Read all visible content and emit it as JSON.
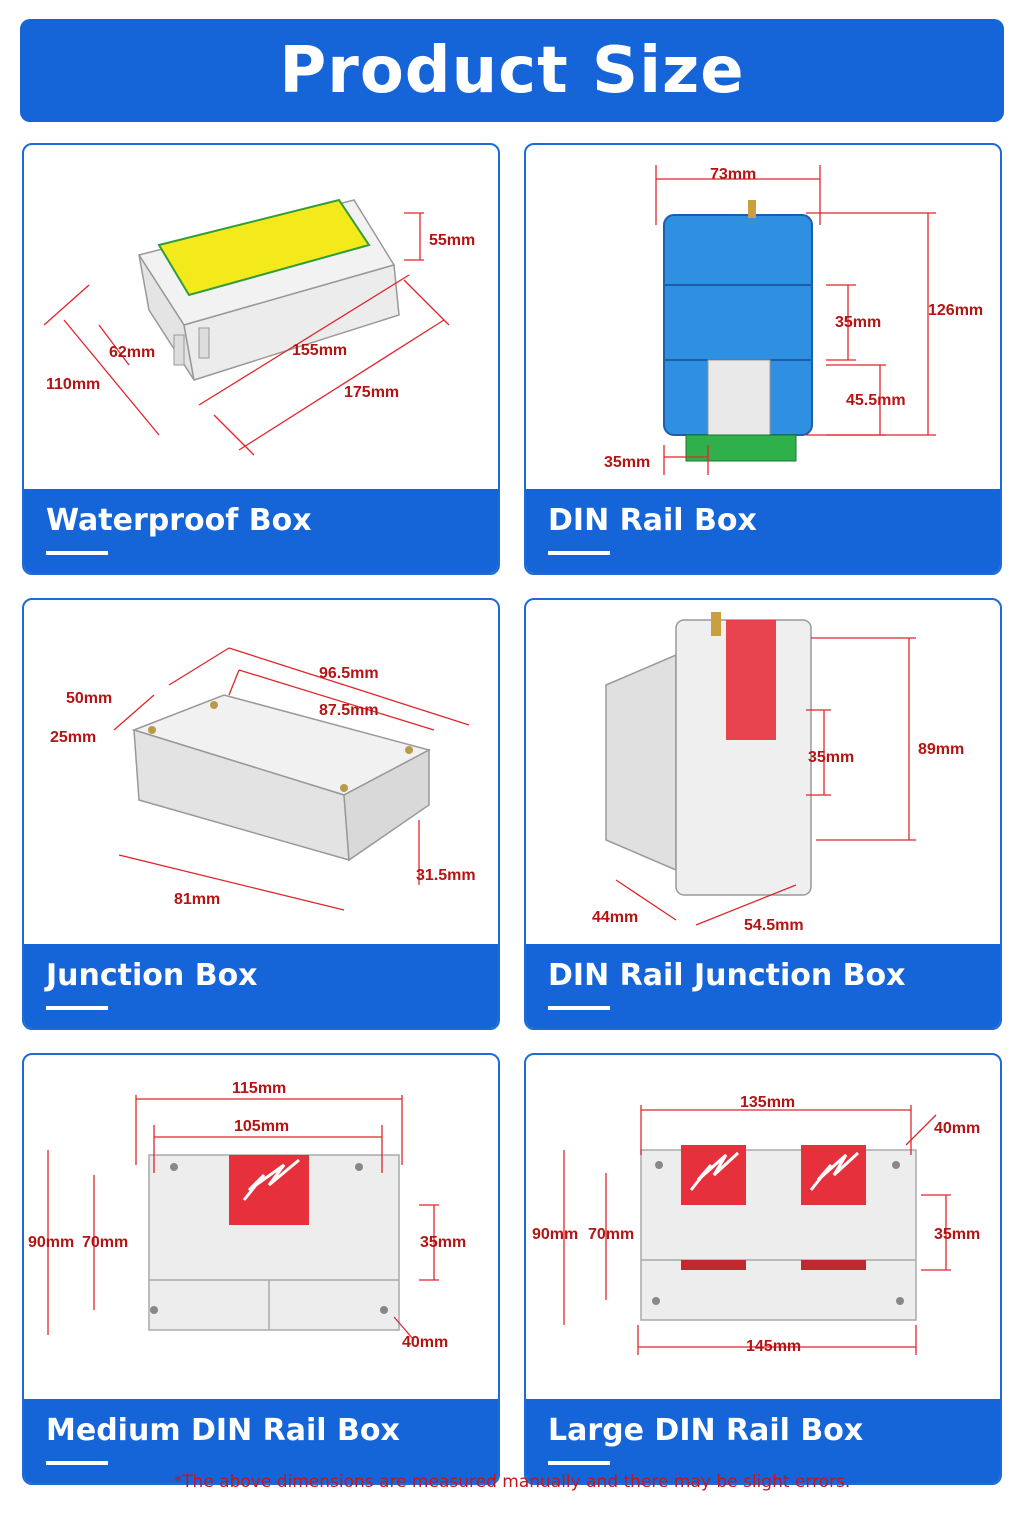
{
  "title": "Product Size",
  "cards": [
    {
      "label": "Waterproof Box",
      "dims": [
        "55mm",
        "62mm",
        "155mm",
        "110mm",
        "175mm"
      ]
    },
    {
      "label": "DIN Rail Box",
      "dims": [
        "73mm",
        "126mm",
        "35mm",
        "45.5mm",
        "35mm"
      ]
    },
    {
      "label": "Junction Box",
      "dims": [
        "96.5mm",
        "87.5mm",
        "50mm",
        "25mm",
        "31.5mm",
        "81mm"
      ]
    },
    {
      "label": "DIN Rail Junction Box",
      "dims": [
        "35mm",
        "89mm",
        "44mm",
        "54.5mm"
      ]
    },
    {
      "label": "Medium DIN Rail Box",
      "dims": [
        "115mm",
        "105mm",
        "90mm",
        "70mm",
        "35mm",
        "40mm"
      ]
    },
    {
      "label": "Large DIN Rail Box",
      "dims": [
        "135mm",
        "40mm",
        "90mm",
        "70mm",
        "35mm",
        "145mm"
      ]
    }
  ],
  "note": "*The above dimensions are measured manually and there may be slight errors.",
  "colors": {
    "accent": "#1565d8",
    "dimension": "#e0262b"
  }
}
